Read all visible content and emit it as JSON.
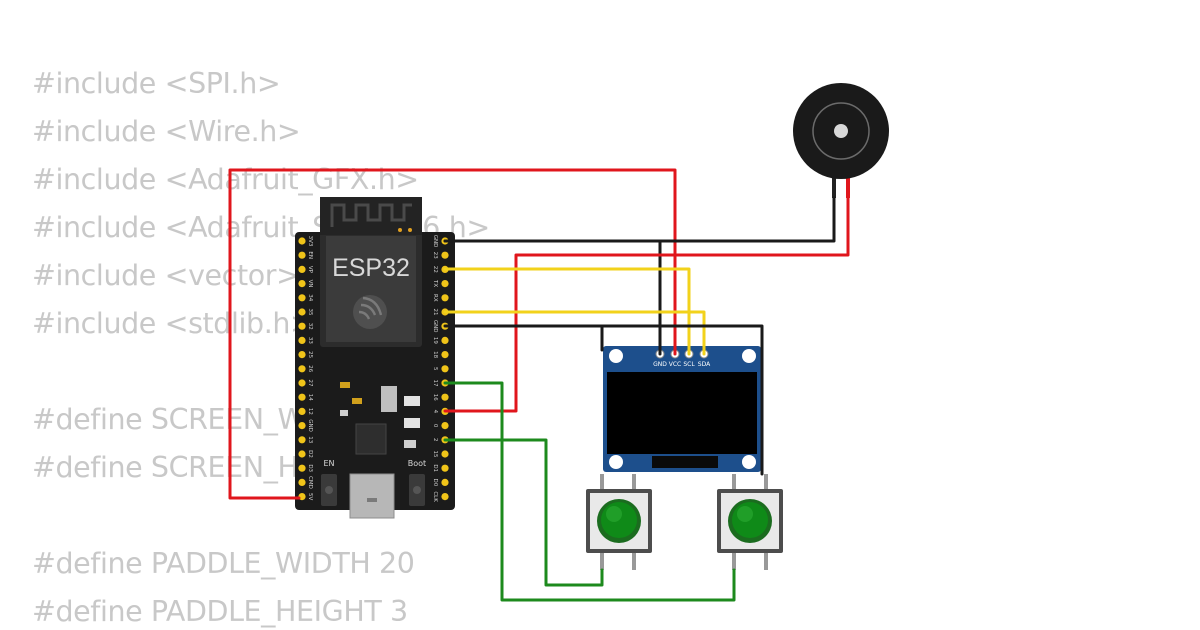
{
  "code_lines": [
    "#include <SPI.h>",
    "#include <Wire.h>",
    "#include <Adafruit_GFX.h>",
    "#include <Adafruit_SSD1306.h>",
    "#include <vector>",
    "#include <stdlib.h>",
    "",
    "#define SCREEN_WIDTH 128",
    "#define SCREEN_HEIGHT 64",
    "",
    "#define PADDLE_WIDTH 20",
    "#define PADDLE_HEIGHT 3"
  ],
  "esp32": {
    "label": "ESP32",
    "en_label": "EN",
    "boot_label": "Boot",
    "left_pins": [
      "3V3",
      "EN",
      "VP",
      "VN",
      "34",
      "35",
      "32",
      "33",
      "25",
      "26",
      "27",
      "14",
      "12",
      "GND",
      "13",
      "D2",
      "D3",
      "CMD",
      "5V"
    ],
    "right_pins": [
      "GND",
      "23",
      "22",
      "TX",
      "RX",
      "21",
      "GND",
      "19",
      "18",
      "5",
      "17",
      "16",
      "4",
      "0",
      "2",
      "15",
      "D1",
      "D0",
      "CLK"
    ]
  },
  "oled": {
    "pins": [
      "GND",
      "VCC",
      "SCL",
      "SDA"
    ]
  },
  "colors": {
    "wire_power": "#e0161c",
    "wire_ground": "#1a1a1a",
    "wire_i2c": "#f2d21b",
    "wire_button": "#1d8a1d",
    "board": "#1b1b1b",
    "header_pin": "#f0c419",
    "oled_pcb": "#1d4f8c",
    "button_cap": "#0f8a18"
  }
}
